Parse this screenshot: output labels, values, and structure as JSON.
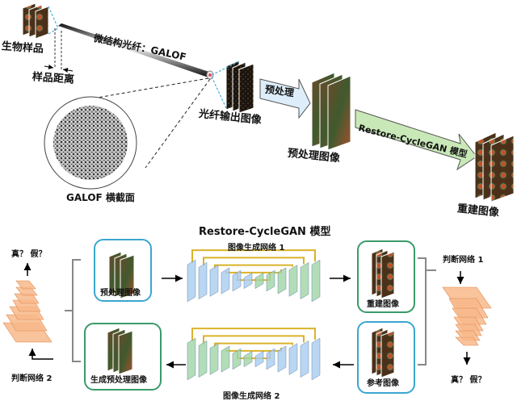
{
  "top": {
    "bio_sample": "生物样品",
    "sample_distance": "样品距离",
    "fiber_label": "微结构光纤：GALOF",
    "cross_section": "GALOF 横截面",
    "fiber_output": "光纤输出图像",
    "preprocess_arrow": "预处理",
    "preprocessed_image": "预处理图像",
    "model_arrow": "Restore-CycleGAN 模型",
    "reconstructed_image": "重建图像"
  },
  "bottom": {
    "title": "Restore-CycleGAN 模型",
    "generator1": "图像生成网络 1",
    "generator2": "图像生成网络 2",
    "discriminator1": "判断网络 1",
    "discriminator2": "判断网络 2",
    "real_fake_left": "真？ 假？",
    "real_fake_right": "真？ 假？",
    "box_preprocessed": "预处理图像",
    "box_generated_preprocessed": "生成预处理图像",
    "box_reconstructed": "重建图像",
    "box_reference": "参考图像"
  },
  "colors": {
    "blue_box": "#3aa6d0",
    "green_box": "#3a9a6a",
    "skip_connection": "#d9b32a",
    "discriminator": "#f5a872",
    "preprocess_arrow": "#ddeefa",
    "model_arrow": "#c9e8b8"
  }
}
